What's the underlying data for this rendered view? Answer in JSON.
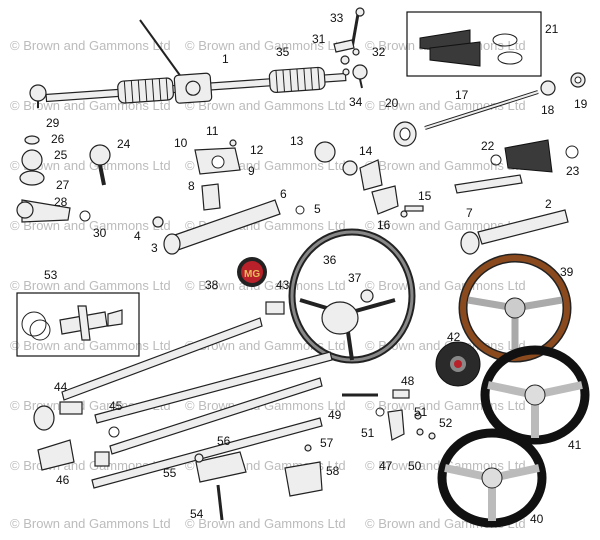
{
  "watermark": "© Brown and Gammons Ltd",
  "parts": [
    "1",
    "2",
    "3",
    "4",
    "5",
    "6",
    "7",
    "8",
    "9",
    "10",
    "11",
    "12",
    "13",
    "14",
    "15",
    "16",
    "17",
    "18",
    "19",
    "20",
    "21",
    "22",
    "23",
    "24",
    "25",
    "26",
    "27",
    "28",
    "29",
    "30",
    "31",
    "32",
    "33",
    "34",
    "35",
    "36",
    "37",
    "38",
    "39",
    "40",
    "41",
    "42",
    "43",
    "44",
    "45",
    "46",
    "47",
    "48",
    "49",
    "50",
    "51",
    "51",
    "52",
    "53",
    "54",
    "55",
    "56",
    "57",
    "58"
  ],
  "colors": {
    "ink": "#111111",
    "part_fill": "#eeeeee",
    "watermark": "#bcbcbc",
    "badge_red": "#b8202a",
    "wood": "#8a4a1e"
  }
}
